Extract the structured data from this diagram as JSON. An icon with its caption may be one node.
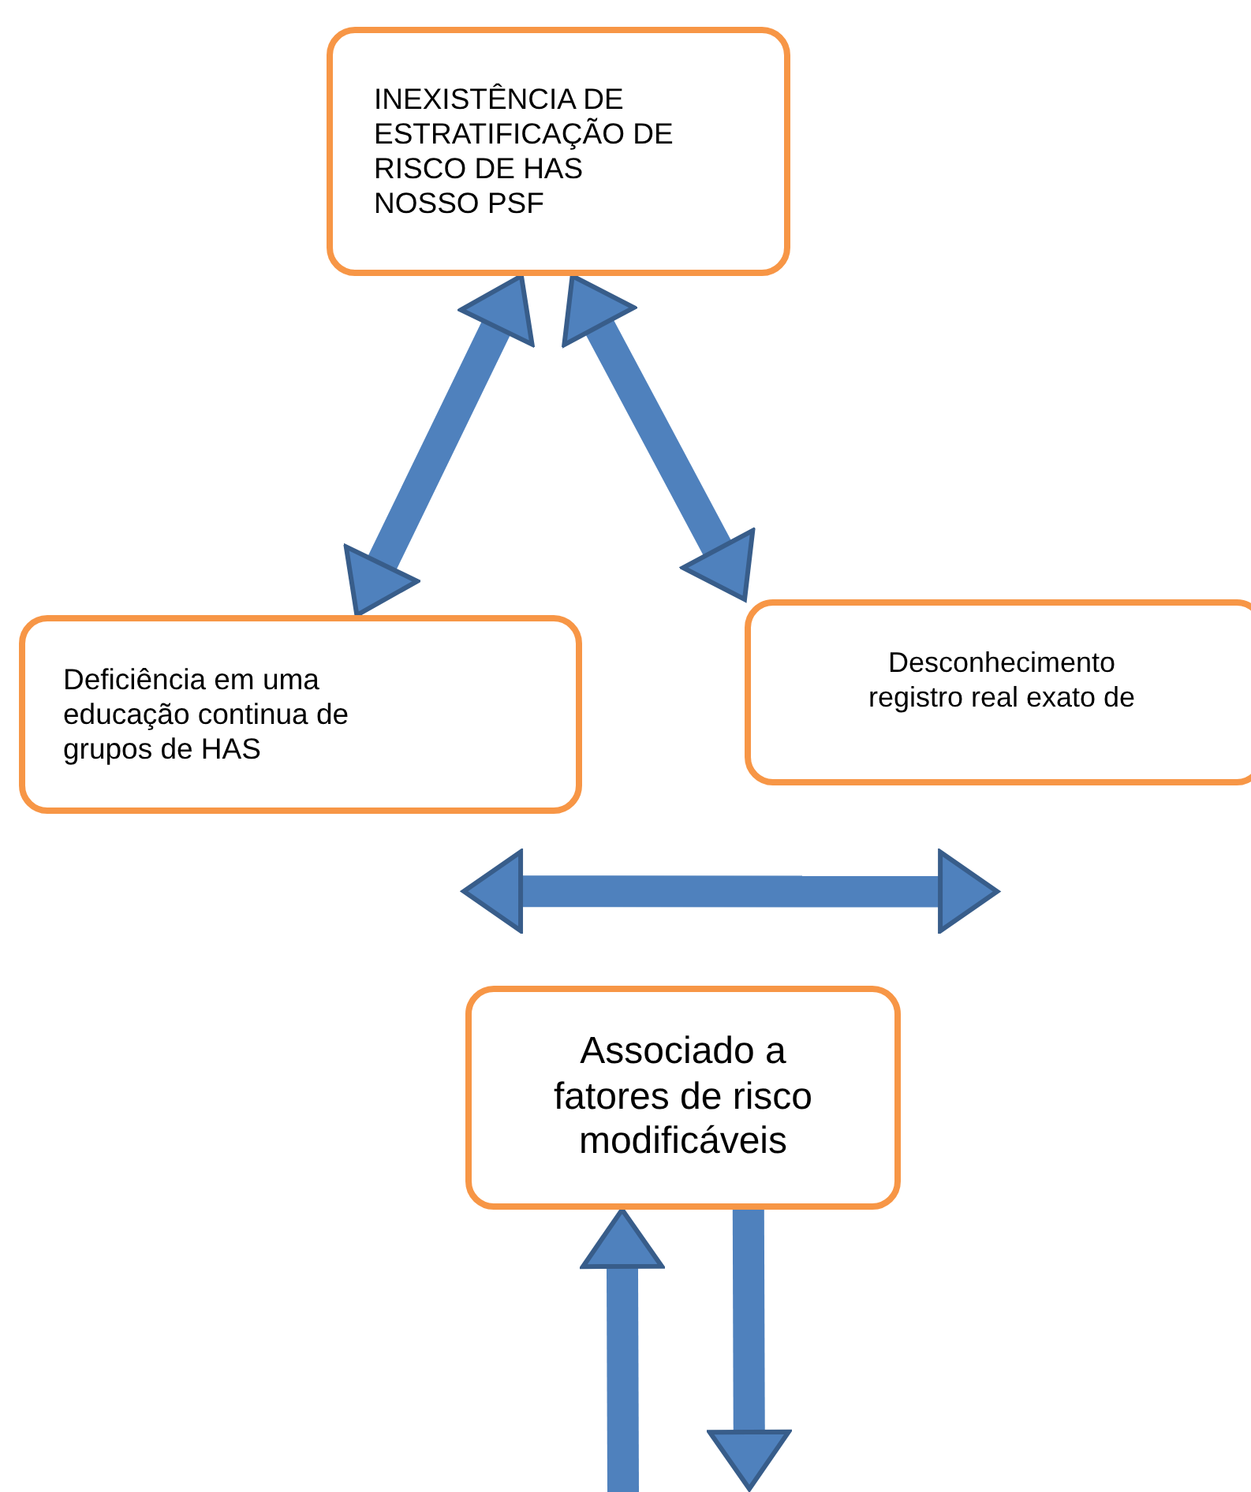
{
  "diagram": {
    "nodes": [
      {
        "text": [
          "INEXISTÊNCIA DE ESTRATIFICAÇÃO DE RISCO DE HAS NOSSO PSF"
        ]
      },
      {
        "text": [
          "Deficiência em uma educação continua de grupos de HAS"
        ]
      },
      {
        "text": [
          "Desconhecimento registro real exato de"
        ]
      },
      {
        "text": [
          "Associado a fatores de risco modificáveis"
        ]
      }
    ],
    "edges": [
      {
        "from": 0,
        "to": 1,
        "arrow": "both"
      },
      {
        "from": 0,
        "to": 2,
        "arrow": "both"
      },
      {
        "from": 1,
        "to": 2,
        "arrow": "both"
      },
      {
        "from": null,
        "to": 3,
        "arrow": "to"
      },
      {
        "from": 3,
        "to": null,
        "arrow": "to"
      }
    ]
  }
}
